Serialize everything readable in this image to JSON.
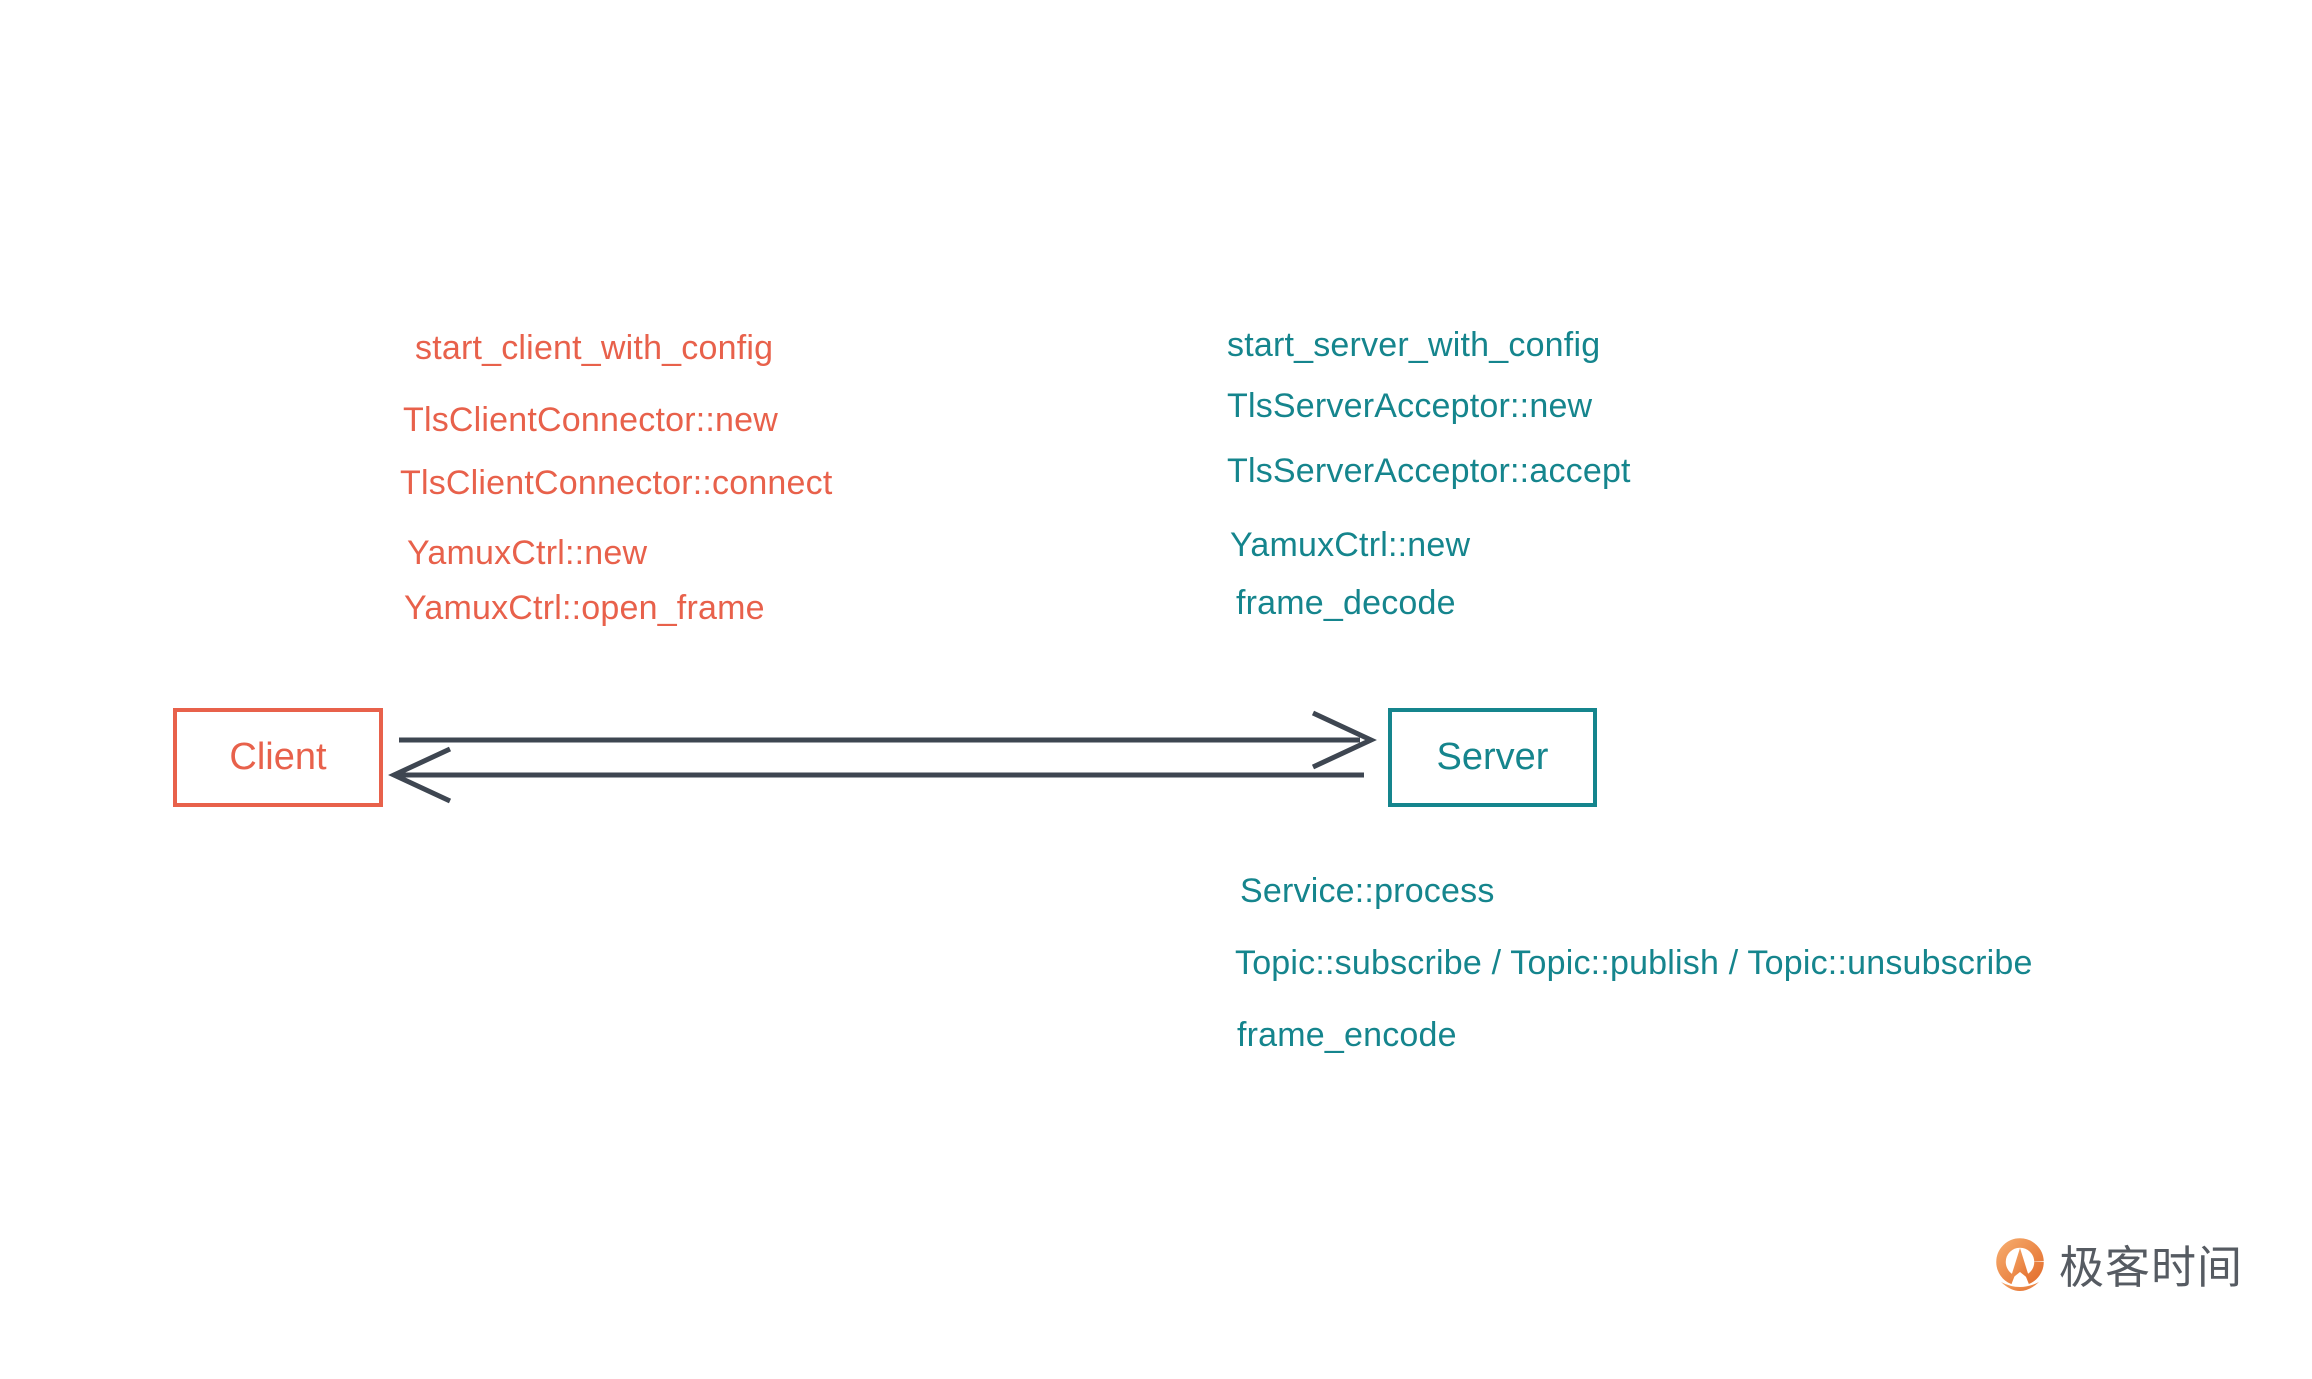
{
  "page": {
    "background": "#FFFFFF"
  },
  "client": {
    "box_label": "Client",
    "accent_color": "#E8614B",
    "calls": [
      "start_client_with_config",
      "TlsClientConnector::new",
      "TlsClientConnector::connect",
      "YamuxCtrl::new",
      "YamuxCtrl::open_frame"
    ]
  },
  "server": {
    "box_label": "Server",
    "accent_color": "#15858D",
    "setup_calls": [
      "start_server_with_config",
      "TlsServerAcceptor::new",
      "TlsServerAcceptor::accept",
      "YamuxCtrl::new",
      "frame_decode"
    ],
    "processing_calls": [
      "Service::process",
      "Topic::subscribe / Topic::publish / Topic::unsubscribe",
      "frame_encode"
    ]
  },
  "connection": {
    "arrow_color": "#3E4651",
    "directions": [
      "client-to-server",
      "server-to-client"
    ]
  },
  "branding": {
    "logo_icon": "geektime-logo-icon",
    "logo_text": "极客时间",
    "logo_text_color": "#565B62",
    "logo_orange_light": "#F5A869",
    "logo_orange_dark": "#E4702F"
  }
}
